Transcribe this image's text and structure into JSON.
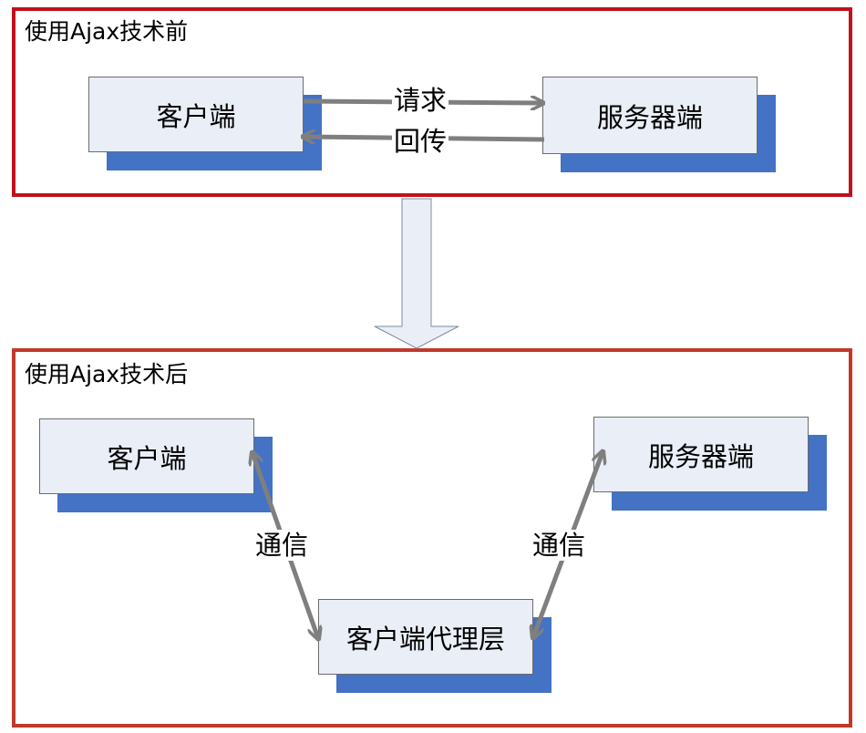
{
  "before": {
    "title": "使用Ajax技术前",
    "client": "客户端",
    "server": "服务器端",
    "request_label": "请求",
    "response_label": "回传"
  },
  "after": {
    "title": "使用Ajax技术后",
    "client": "客户端",
    "server": "服务器端",
    "proxy": "客户端代理层",
    "comm_left_label": "通信",
    "comm_right_label": "通信"
  },
  "colors": {
    "panel_before_border": "#c0121c",
    "panel_after_border": "#c0392b",
    "box_fill": "#e9eef7",
    "box_shadow": "#4472c4",
    "arrow": "#7f7f7f",
    "transition_arrow_fill": "#e9eef7"
  }
}
